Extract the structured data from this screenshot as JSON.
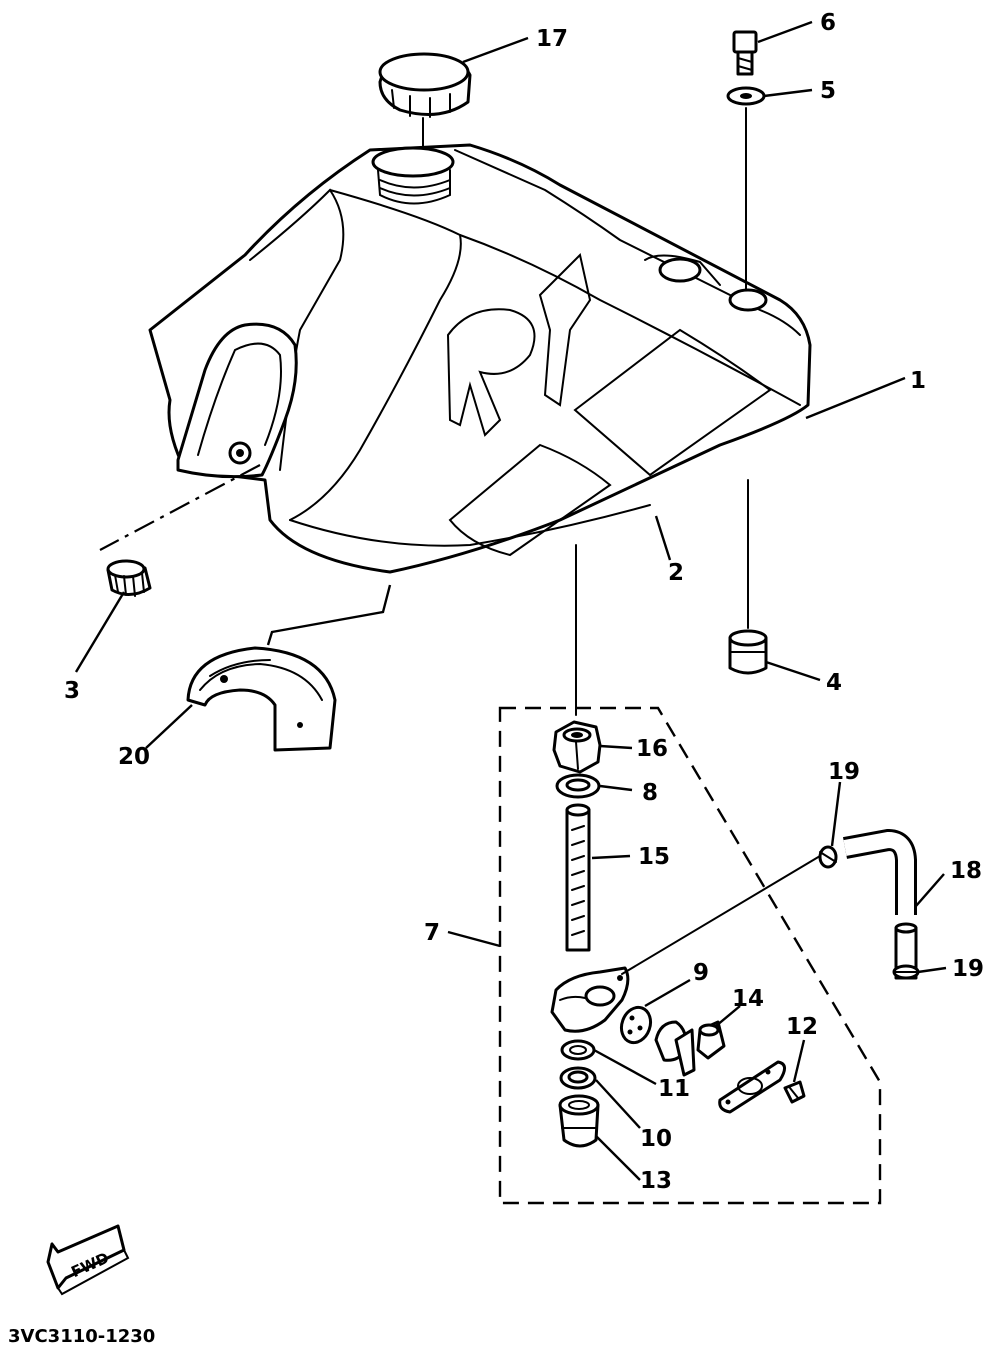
{
  "diagram": {
    "drawing_code": "3VC3110-1230",
    "direction_label": "FWD",
    "callouts": {
      "c1": "1",
      "c2": "2",
      "c3": "3",
      "c4": "4",
      "c5": "5",
      "c6": "6",
      "c7": "7",
      "c8": "8",
      "c9": "9",
      "c10": "10",
      "c11": "11",
      "c12": "12",
      "c13": "13",
      "c14": "14",
      "c15": "15",
      "c16": "16",
      "c17": "17",
      "c18": "18",
      "c19a": "19",
      "c19b": "19",
      "c20": "20"
    }
  }
}
